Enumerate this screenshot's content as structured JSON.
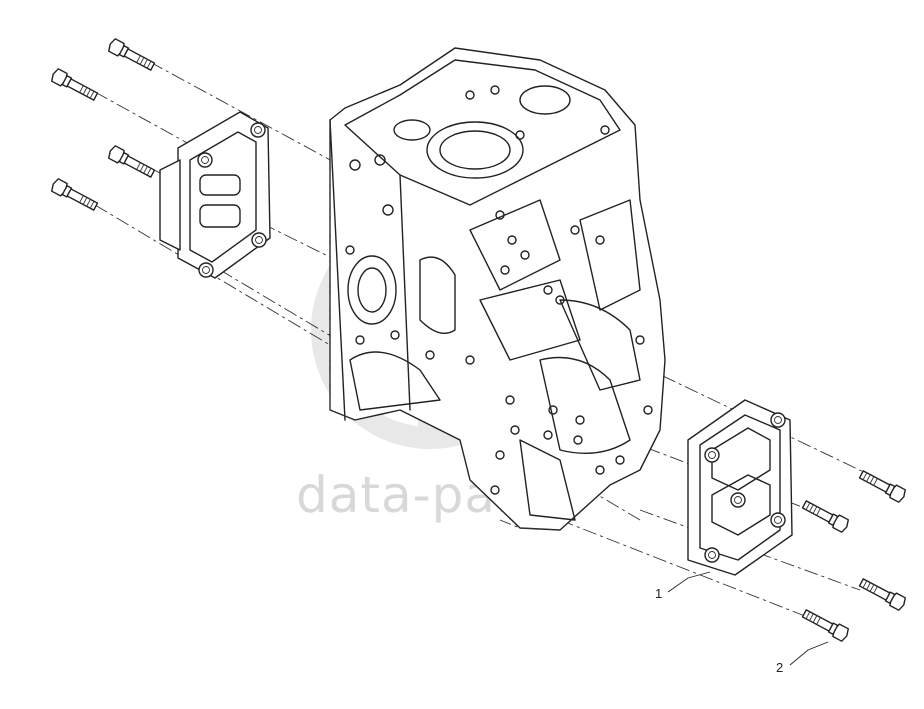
{
  "watermark": {
    "text": "data-parts",
    "color": "#d8d8d8"
  },
  "callouts": [
    {
      "number": "1",
      "part": "engine-mount-bracket"
    },
    {
      "number": "2",
      "part": "mounting-bolt"
    }
  ],
  "colors": {
    "line": "#222222",
    "background": "#ffffff"
  }
}
